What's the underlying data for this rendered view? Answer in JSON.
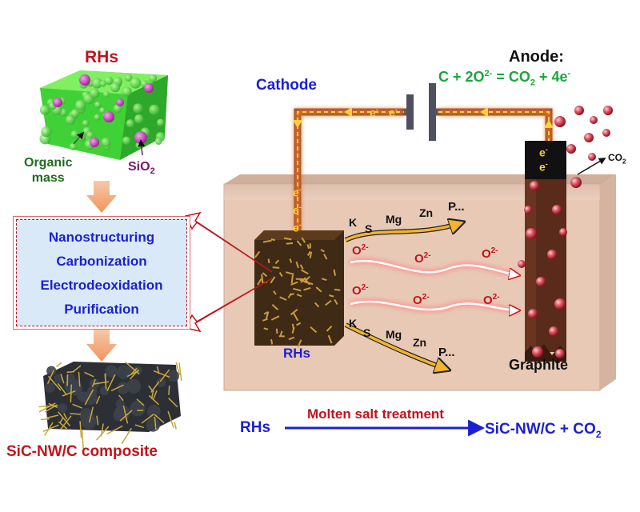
{
  "top_left": {
    "rhs_title": "RHs",
    "organic_label_line1": "Organic",
    "organic_label_line2": "mass",
    "sio2_label": "SiO",
    "sio2_sub": "2"
  },
  "steps": [
    "Nanostructuring",
    "Carbonization",
    "Electrodeoxidation",
    "Purification"
  ],
  "product_label": "SiC-NW/C composite",
  "cell": {
    "cathode_label": "Cathode",
    "anode_title": "Anode:",
    "anode_eq": {
      "left": "C + 2O",
      "sup1": "2-",
      "mid": " = CO",
      "sub": "2",
      "plus": " + 4e",
      "sup2": "-"
    },
    "electron": "e",
    "electron_sup": "-",
    "co2_label": "CO",
    "co2_sub": "2",
    "rhs_label": "RHs",
    "graphite_label": "Graphite",
    "impurities_top": [
      "K",
      "S",
      "Mg",
      "Zn",
      "P..."
    ],
    "impurities_bottom": [
      "K",
      "S",
      "Mg",
      "Zn",
      "P..."
    ],
    "oxide_ion": "O",
    "oxide_sup": "2-",
    "oxide_sup_alt": "2-"
  },
  "reaction": {
    "reactant": "RHs",
    "condition": "Molten salt  treatment",
    "product": "SiC-NW/C + CO",
    "product_sub": "2"
  },
  "colors": {
    "title_red": "#c0141c",
    "text_blue": "#1b1fd4",
    "eq_green": "#18a83a",
    "box_fill": "#d9e9f8",
    "bath": "#e8c9b6"
  }
}
